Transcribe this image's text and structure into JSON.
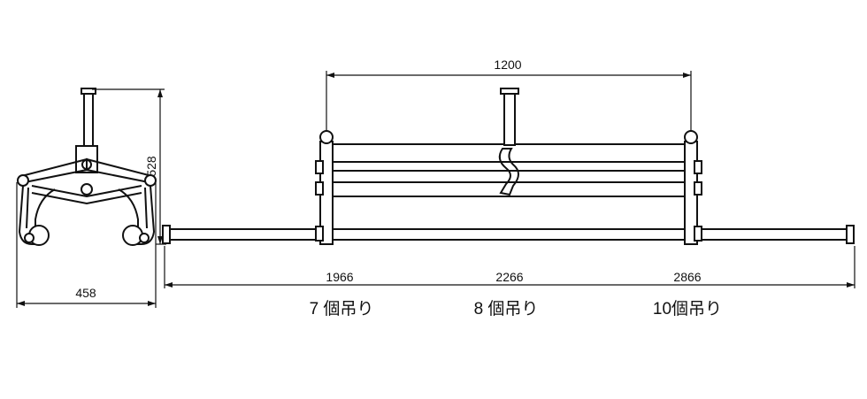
{
  "dimensions": {
    "span_top": "1200",
    "height": "528",
    "width": "458",
    "length_7": "1966",
    "length_8": "2266",
    "length_10": "2866"
  },
  "captions": {
    "seven": "7 個吊り",
    "eight": "8 個吊り",
    "ten": "10個吊り"
  }
}
